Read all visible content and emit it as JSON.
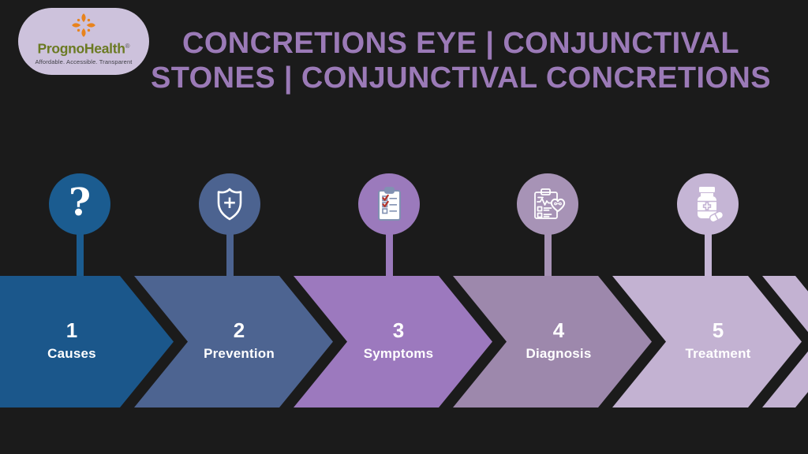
{
  "background": "#1b1b1b",
  "logo": {
    "bg": "#cdc2dc",
    "icon_color": "#e8831d",
    "name": "PrognoHealth",
    "registered": "®",
    "name_color": "#6b7a23",
    "tagline": "Affordable. Accessible. Transparent",
    "tagline_color": "#3f3f46"
  },
  "title": {
    "line1": "CONCRETIONS EYE | CONJUNCTIVAL",
    "line2": "STONES | CONJUNCTIVAL CONCRETIONS",
    "color": "#9b7ab7"
  },
  "steps": [
    {
      "number": "1",
      "label": "Causes",
      "icon": "question-mark-icon",
      "chevron_color": "#1b578b",
      "circle_color": "#1b5c90",
      "text_color": "#ffffff"
    },
    {
      "number": "2",
      "label": "Prevention",
      "icon": "shield-plus-icon",
      "chevron_color": "#4d6491",
      "circle_color": "#4c6390",
      "text_color": "#ffffff"
    },
    {
      "number": "3",
      "label": "Symptoms",
      "icon": "checklist-clipboard-icon",
      "chevron_color": "#9c79be",
      "circle_color": "#9b7abc",
      "text_color": "#ffffff"
    },
    {
      "number": "4",
      "label": "Diagnosis",
      "icon": "medical-report-heart-icon",
      "chevron_color": "#9d88ac",
      "circle_color": "#a793b6",
      "text_color": "#ffffff"
    },
    {
      "number": "5",
      "label": "Treatment",
      "icon": "medicine-bottle-pill-icon",
      "chevron_color": "#c3b2d2",
      "circle_color": "#c5b5d5",
      "text_color": "#ffffff"
    }
  ],
  "partial_step": {
    "color": "#c3b2d2"
  },
  "icon_detail_colors": {
    "clipboard_outline": "#8191b2",
    "check_red": "#b3352c",
    "white": "#ffffff"
  }
}
